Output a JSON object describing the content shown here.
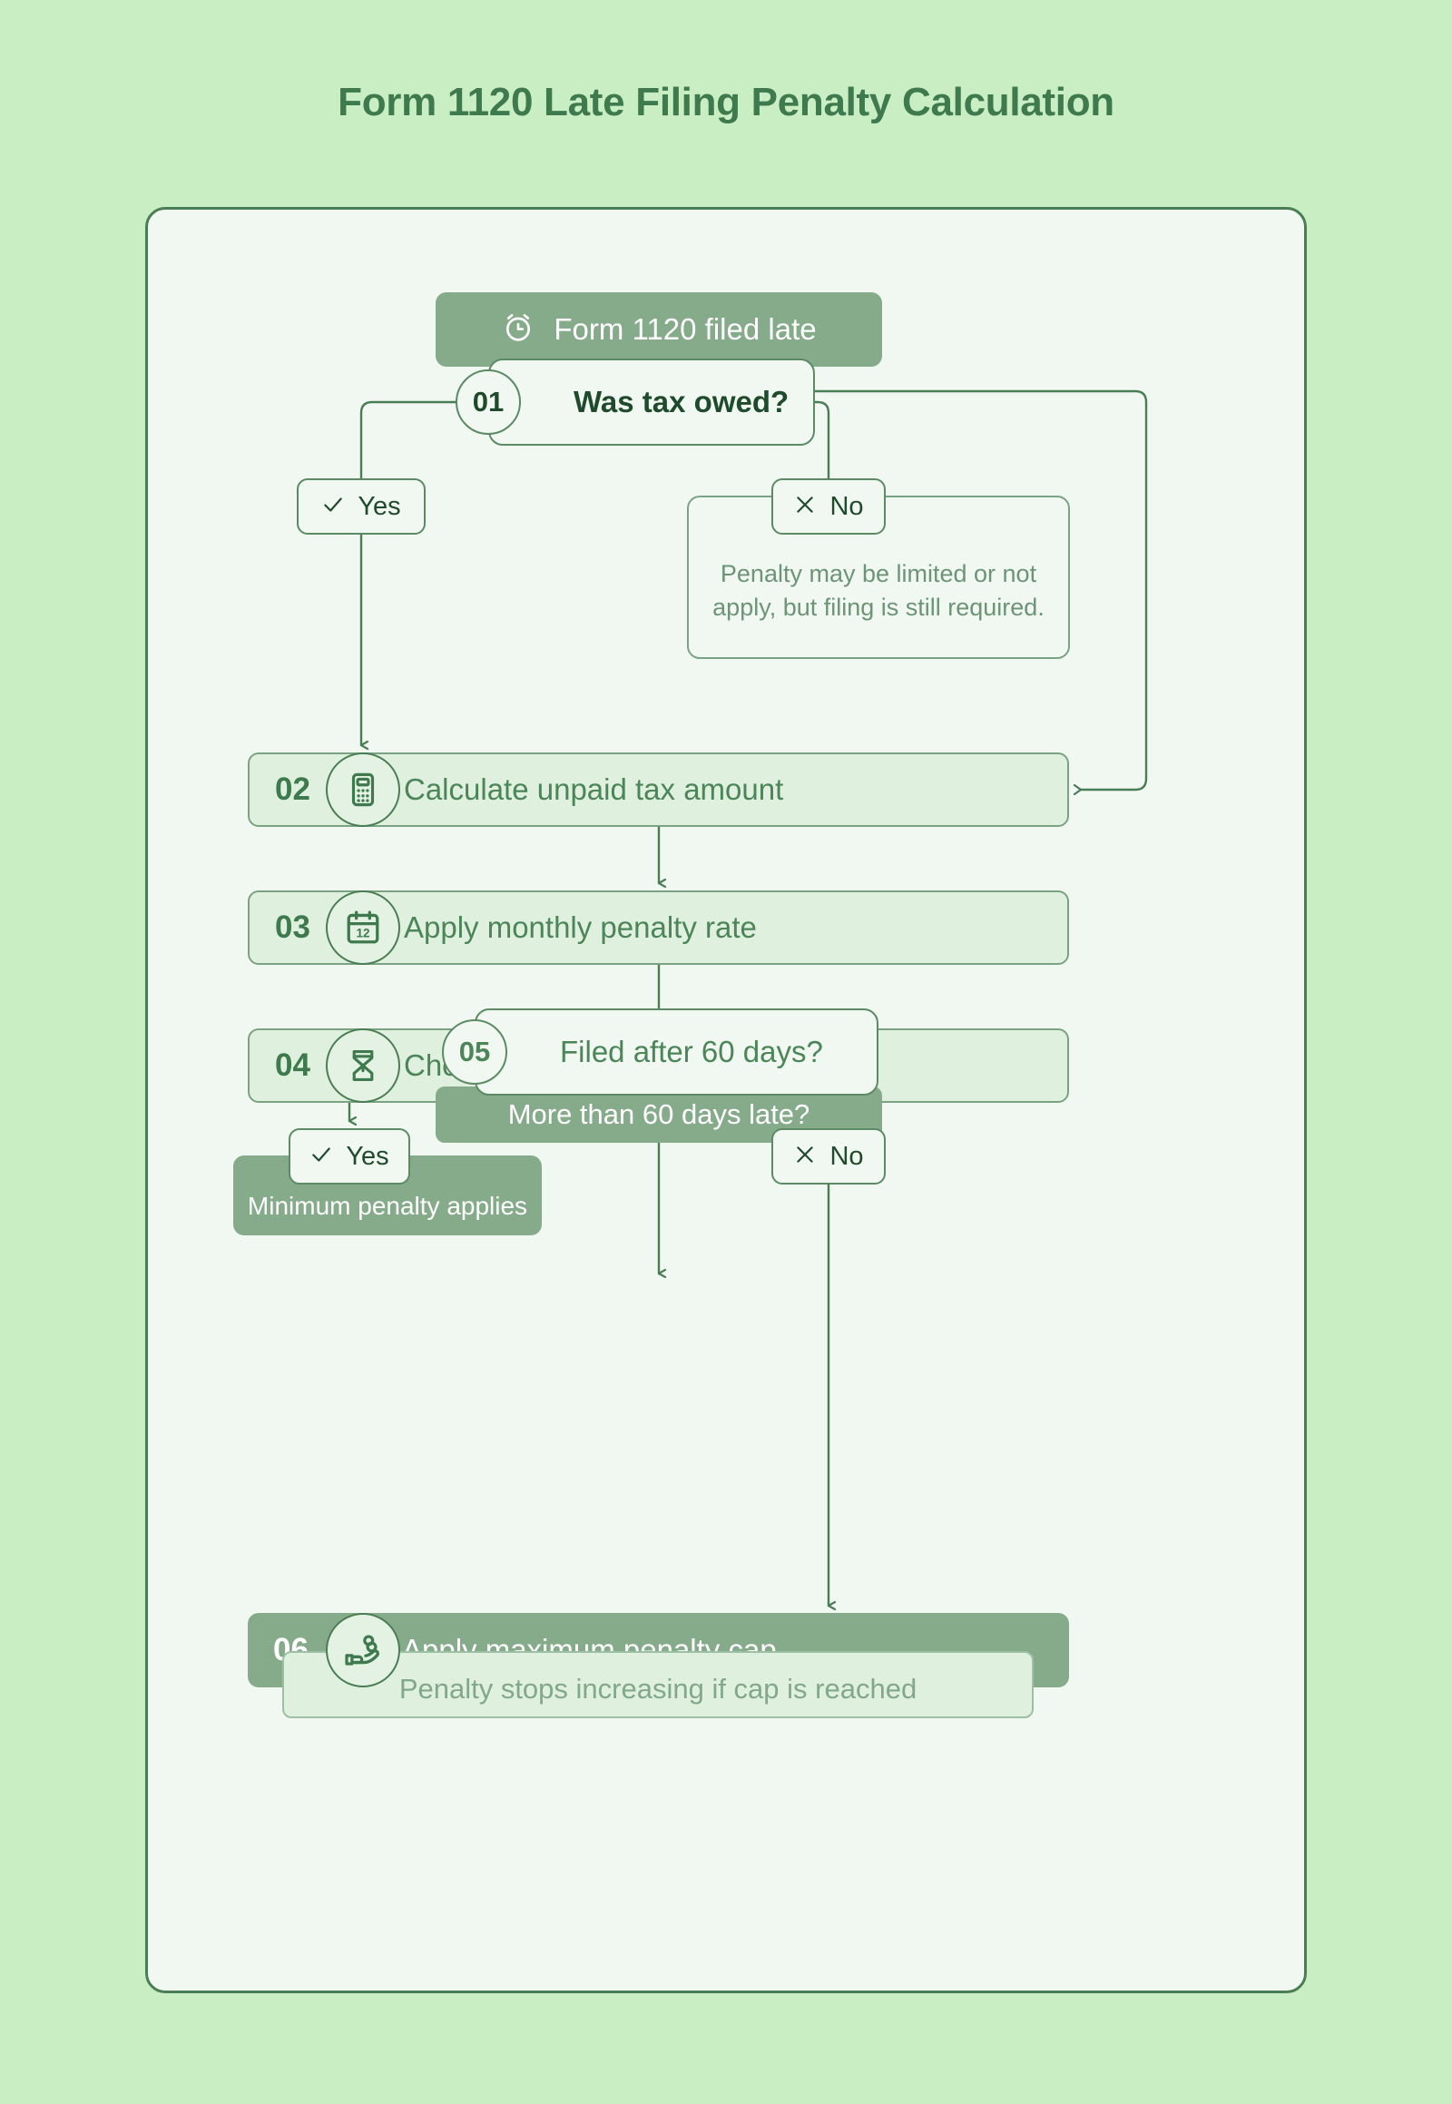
{
  "page": {
    "title": "Form 1120 Late Filing Penalty Calculation",
    "bg_color": "#caeec4",
    "card_bg": "#f0f8f1",
    "accent_dark": "#3f7a4e",
    "accent_solid": "#85ab8a",
    "accent_light": "#dff0de"
  },
  "start": {
    "icon": "alarm-clock-icon",
    "label": "Form 1120 filed late"
  },
  "decisions": [
    {
      "number": "01",
      "question": "Was tax owed?",
      "yes_label": "Yes",
      "yes_icon": "check-icon",
      "no_label": "No",
      "no_icon": "x-icon",
      "no_note": "Penalty may be limited or not apply, but filing is still required."
    },
    {
      "number": "05",
      "question": "Filed after 60 days?",
      "yes_label": "Yes",
      "yes_icon": "check-icon",
      "no_label": "No",
      "no_icon": "x-icon",
      "yes_outcome": "Minimum penalty applies"
    }
  ],
  "steps": [
    {
      "number": "02",
      "label": "Calculate unpaid tax amount",
      "icon": "calculator-icon",
      "style": "light"
    },
    {
      "number": "03",
      "label": "Apply monthly penalty rate",
      "icon": "calendar-12-icon",
      "style": "light"
    },
    {
      "number": "04",
      "label": "Check delay duration",
      "icon": "hourglass-icon",
      "style": "light"
    },
    {
      "number": "06",
      "label": "Apply maximum penalty cap",
      "icon": "hand-coins-icon",
      "style": "solid"
    }
  ],
  "condition_tag": "More than 60 days late?",
  "cap_note": "Penalty stops increasing if cap is reached"
}
